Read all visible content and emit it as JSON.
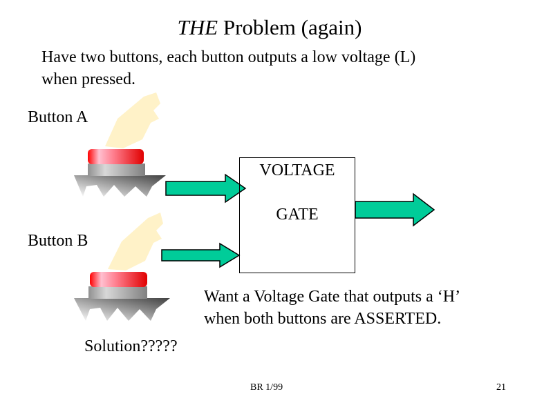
{
  "title": {
    "italic": "THE",
    "rest": " Problem  (again)"
  },
  "intro": [
    "Have two buttons, each button outputs a low voltage (L)",
    "when pressed."
  ],
  "buttons": [
    {
      "label": "Button A",
      "icon": "push-button-with-finger-icon"
    },
    {
      "label": "Button B",
      "icon": "push-button-with-finger-icon"
    }
  ],
  "gate": {
    "line1": "VOLTAGE",
    "line2": "GATE"
  },
  "description": [
    "Want a Voltage Gate that outputs a ‘H’",
    "when both buttons are ASSERTED."
  ],
  "solution": "Solution?????",
  "footer": {
    "center": "BR 1/99",
    "page": "21"
  },
  "colors": {
    "arrow": "#00CC99",
    "button_cap": "#FF0000",
    "finger": "#FFF2C8"
  }
}
